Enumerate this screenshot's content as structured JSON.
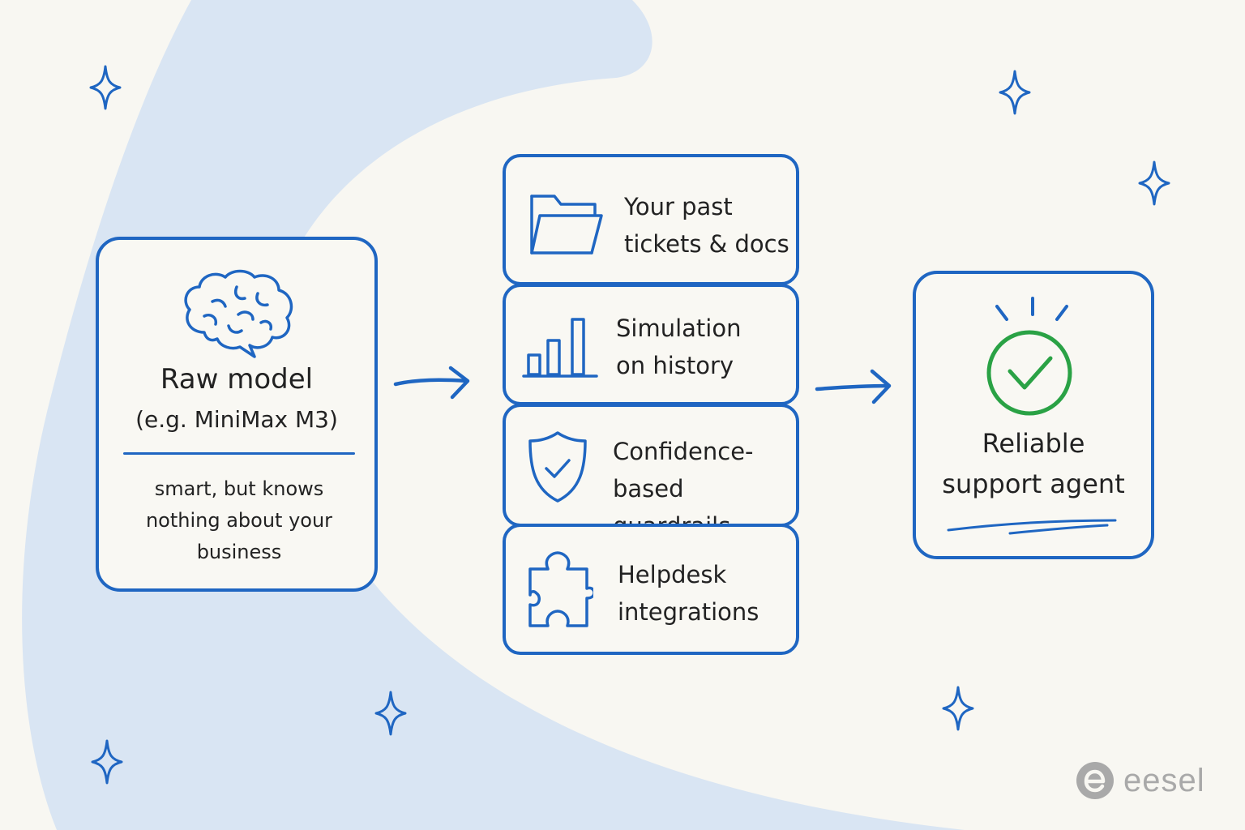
{
  "colors": {
    "background": "#f8f7f2",
    "swoosh": "#d9e5f3",
    "accent_blue": "#1f66c2",
    "success_green": "#2aa245",
    "logo_gray": "#a9a9a9"
  },
  "raw_model": {
    "icon": "brain-icon",
    "title": "Raw model",
    "subtitle": "(e.g. MiniMax M3)",
    "description": "smart, but knows nothing about your business"
  },
  "stack": [
    {
      "icon": "folder-icon",
      "label": "Your past\ntickets & docs"
    },
    {
      "icon": "bar-chart-icon",
      "label": "Simulation\non history"
    },
    {
      "icon": "shield-check-icon",
      "label": "Confidence-\nbased guardrails"
    },
    {
      "icon": "puzzle-piece-icon",
      "label": "Helpdesk\nintegrations"
    }
  ],
  "result": {
    "icon": "check-circle-icon",
    "label": "Reliable\nsupport agent"
  },
  "logo": {
    "icon": "eesel-logo-icon",
    "text": "eesel"
  }
}
